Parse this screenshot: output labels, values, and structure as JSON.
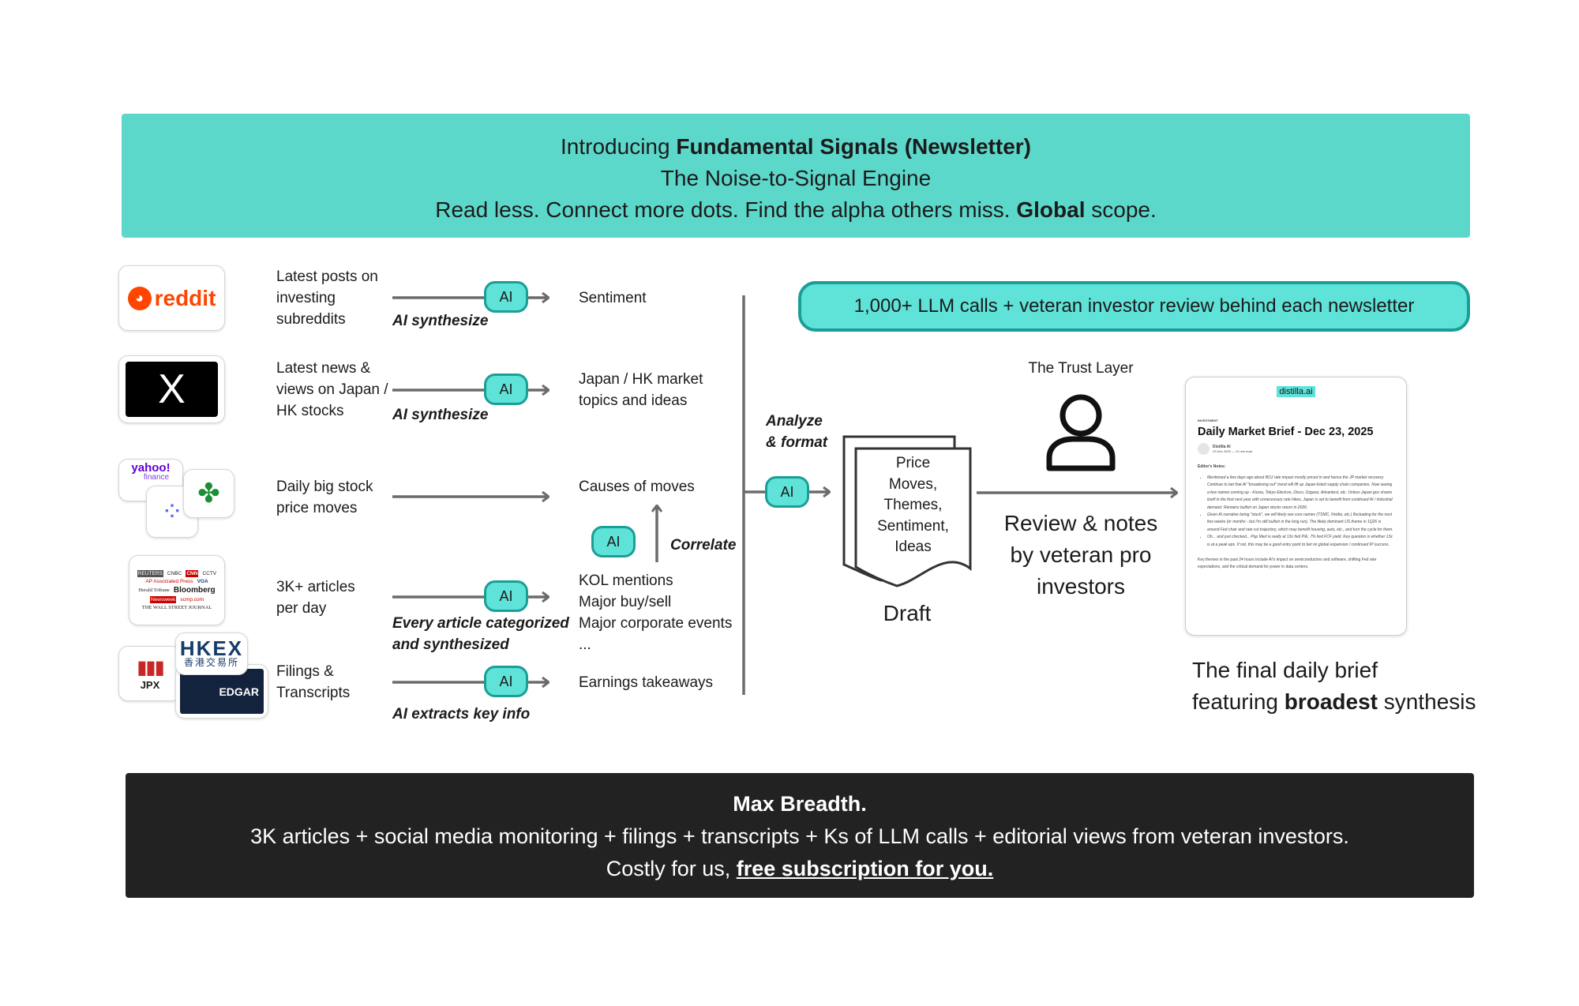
{
  "banner": {
    "intro": "Introducing ",
    "product": "Fundamental Signals (Newsletter)",
    "subtitle": "The Noise-to-Signal Engine",
    "tagline_a": "Read less. Connect more dots. Find the alpha others miss. ",
    "tagline_bold": "Global",
    "tagline_b": " scope.",
    "color": "#5cd8cb"
  },
  "sources": [
    {
      "logo": "reddit",
      "label": "Latest posts on investing subreddits",
      "process": "AI synthesize",
      "output": "Sentiment"
    },
    {
      "logo": "X",
      "label": "Latest news & views on Japan / HK stocks",
      "process": "AI synthesize",
      "output": "Japan / HK market topics and ideas"
    },
    {
      "logo": "yahoo! finance",
      "label": "Daily big stock price moves",
      "process": "",
      "output": "Causes of moves"
    },
    {
      "logo": "news outlets",
      "label": "3K+ articles per day",
      "process": "Every article categorized and synthesized",
      "output_lines": [
        "KOL mentions",
        "Major buy/sell",
        "Major corporate events",
        "..."
      ]
    },
    {
      "logo": "JPX / HKEX / EDGAR",
      "label": "Filings & Transcripts",
      "process": "AI extracts key info",
      "output": "Earnings takeaways"
    }
  ],
  "logos": {
    "reddit": "reddit",
    "x": "X",
    "yahoo": "yahoo!",
    "yahoo_sub": "finance",
    "hkex": "HKEX",
    "hkex_sub": "香港交易所",
    "jpx": "JPX",
    "edgar": "EDGAR",
    "news": [
      "REUTERS",
      "CNBC",
      "CNN",
      "CCTV",
      "AP Associated Press",
      "VOA",
      "Herald Tribune",
      "Bloomberg",
      "Newsweek",
      "scmp.com",
      "THE WALL STREET JOURNAL"
    ]
  },
  "ai_label": "AI",
  "correlate": "Correlate",
  "analyze": "Analyze",
  "format": "& format",
  "draft": {
    "lines": [
      "Price",
      "Moves,",
      "Themes,",
      "Sentiment,",
      "Ideas"
    ],
    "label": "Draft"
  },
  "llm_banner": "1,000+ LLM calls + veteran investor review behind each newsletter",
  "trust": {
    "title": "The Trust Layer",
    "lines": [
      "Review & notes",
      "by veteran pro",
      "investors"
    ]
  },
  "newsletter": {
    "brand": "distilla.ai",
    "category": "INVESTMENT",
    "title": "Daily Market Brief - Dec 23, 2025",
    "author": "Distilla AI",
    "meta": "23 Dec 2025 — 13 min read",
    "notes_heading": "Editor's Notes:",
    "bullets": [
      "Mentioned a few days ago about BOJ rate impact mostly priced in and hence the JP market recovery. Continue to bet that AI \"broadening out\" trend will lift up Japan-listed supply chain companies. Now seeing a few names coming up - Kioxia, Tokyo Electron, Disco, Organo, Advantest, etc. Unless Japan gov shoots itself in the foot next year with unnecessary rate hikes, Japan is set to benefit from continued AI / industrial demand. Remains bullish on Japan stocks return in 2026.",
      "Given AI narrative being \"stuck\", we will likely see core names (TSMC, Nvidia, etc.) fluctuating for the next few weeks (or months - but I'm still bullish in the long run). The likely dominant US theme in 1Q26 is around Fed chair and rate cut trajectory, which may benefit housing, auto, etc., and turn the cycle for them.",
      "Oh... and just checked... Pop Mart is really at 13x fwd P/E, 7% fwd FCF yield. Key question is whether 13x is at a peak eps. If not, this may be a good entry point to bet on global expansion / continued IP success."
    ],
    "summary": "Key themes in the past 24 hours include AI's impact on semiconductors and software, shifting Fed rate expectations, and the critical demand for power in data centers."
  },
  "final": {
    "line1": "The final daily brief",
    "line2_a": "featuring ",
    "line2_bold": "broadest",
    "line2_b": " synthesis"
  },
  "bottom": {
    "title": "Max Breadth.",
    "line": "3K articles + social media monitoring + filings + transcripts + Ks of LLM calls + editorial views from veteran investors.",
    "cta_a": "Costly for us, ",
    "cta_link": "free subscription for you."
  }
}
